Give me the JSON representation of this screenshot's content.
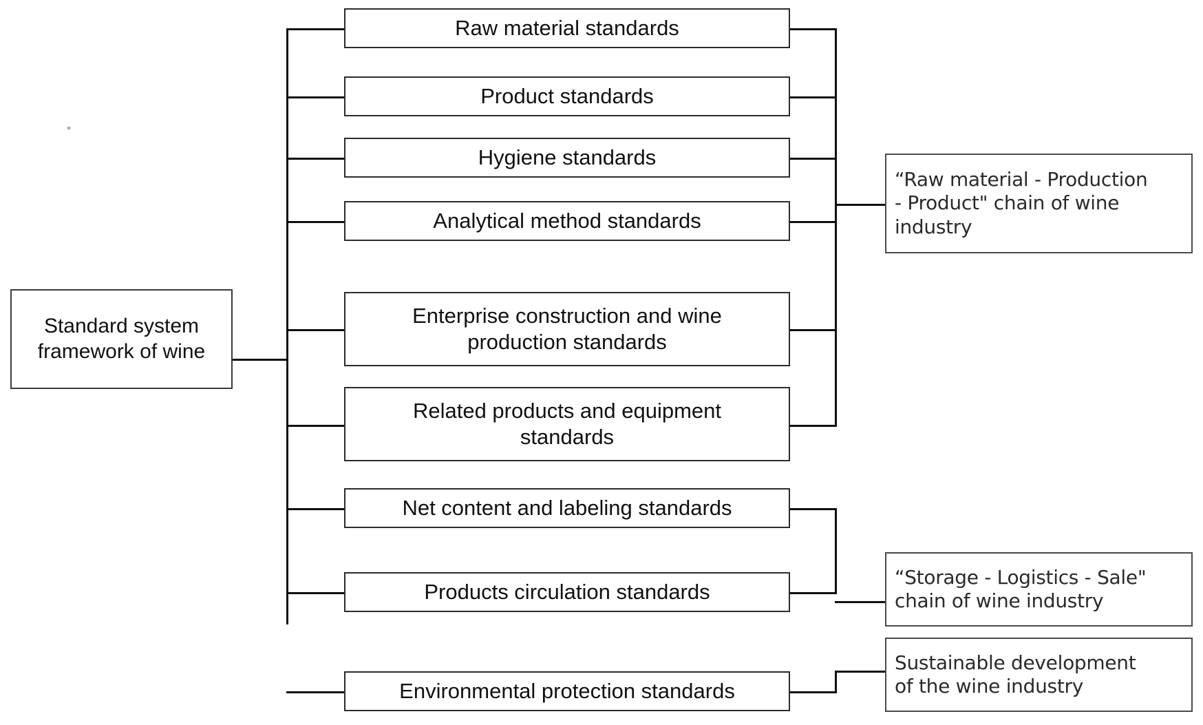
{
  "diagram": {
    "title_node": {
      "label": "Standard\nsystem\nframework of\nwine"
    },
    "branches": [
      {
        "id": "raw-material-standards",
        "label": "Raw material standards"
      },
      {
        "id": "product-standards",
        "label": "Product standards"
      },
      {
        "id": "hygiene-standards",
        "label": "Hygiene standards"
      },
      {
        "id": "analytical-method-standards",
        "label": "Analytical method standards"
      },
      {
        "id": "enterprise-construction-and-wine-production-standards",
        "label": "Enterprise construction and wine\nproduction standards"
      },
      {
        "id": "related-products-and-equipment-standards",
        "label": "Related products and equipment\nstandards"
      },
      {
        "id": "net-content-and-labeling-standards",
        "label": "Net content and labeling standards"
      },
      {
        "id": "products-circulation-standards",
        "label": "Products circulation standards"
      },
      {
        "id": "environmental-protection-standards",
        "label": "Environmental protection standards"
      }
    ],
    "outcomes": [
      {
        "id": "raw-material-production-product-chain",
        "label": "“Raw material - Production\n- Product\" chain of wine\nindustry"
      },
      {
        "id": "storage-logistics-sale-chain",
        "label": "“Storage - Logistics - Sale\"\nchain of wine industry"
      },
      {
        "id": "sustainable-development",
        "label": "Sustainable development\nof the wine industry"
      }
    ],
    "colors": {
      "box_border": "#2b2b2b",
      "connector": "#0f0f0f",
      "text": "#111111",
      "background": "#ffffff",
      "speck": "#8ca7d8"
    }
  }
}
